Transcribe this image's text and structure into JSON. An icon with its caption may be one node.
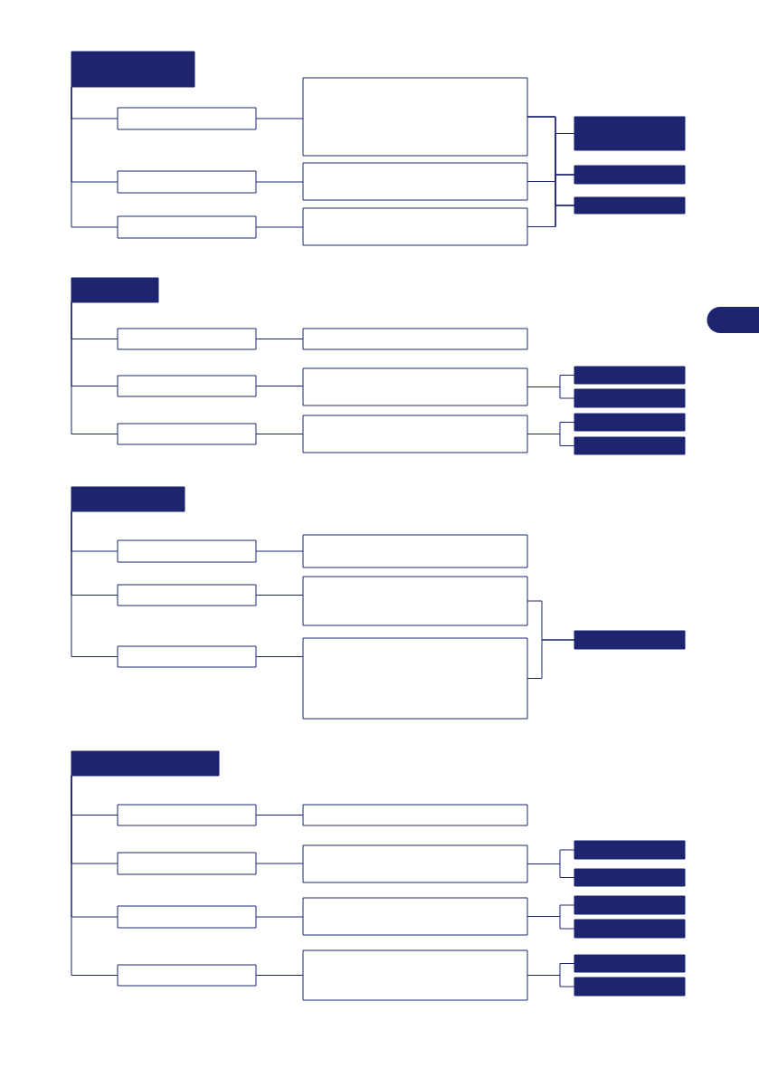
{
  "diagram": {
    "nodes": [
      {
        "text": [],
        "shape": "bar"
      },
      {
        "text": [],
        "shape": "box"
      },
      {
        "text": [],
        "shape": "box"
      },
      {
        "text": [],
        "shape": "box"
      },
      {
        "text": [],
        "shape": "box"
      },
      {
        "text": [],
        "shape": "box"
      },
      {
        "text": [],
        "shape": "box"
      },
      {
        "text": [],
        "shape": "bar"
      },
      {
        "text": [],
        "shape": "bar"
      },
      {
        "text": [],
        "shape": "bar"
      },
      {
        "text": [],
        "shape": "bar"
      },
      {
        "text": [],
        "shape": "box"
      },
      {
        "text": [],
        "shape": "box"
      },
      {
        "text": [],
        "shape": "box"
      },
      {
        "text": [],
        "shape": "box"
      },
      {
        "text": [],
        "shape": "box"
      },
      {
        "text": [],
        "shape": "box"
      },
      {
        "text": [],
        "shape": "bar"
      },
      {
        "text": [],
        "shape": "bar"
      },
      {
        "text": [],
        "shape": "bar"
      },
      {
        "text": [],
        "shape": "bar"
      },
      {
        "text": [],
        "shape": "bar"
      },
      {
        "text": [],
        "shape": "box"
      },
      {
        "text": [],
        "shape": "box"
      },
      {
        "text": [],
        "shape": "box"
      },
      {
        "text": [],
        "shape": "box"
      },
      {
        "text": [],
        "shape": "box"
      },
      {
        "text": [],
        "shape": "box"
      },
      {
        "text": [],
        "shape": "bar"
      },
      {
        "text": [],
        "shape": "bar"
      },
      {
        "text": [],
        "shape": "box"
      },
      {
        "text": [],
        "shape": "box"
      },
      {
        "text": [],
        "shape": "box"
      },
      {
        "text": [],
        "shape": "box"
      },
      {
        "text": [],
        "shape": "box"
      },
      {
        "text": [],
        "shape": "box"
      },
      {
        "text": [],
        "shape": "box"
      },
      {
        "text": [],
        "shape": "box"
      },
      {
        "text": [],
        "shape": "bar"
      },
      {
        "text": [],
        "shape": "bar"
      },
      {
        "text": [],
        "shape": "bar"
      },
      {
        "text": [],
        "shape": "bar"
      },
      {
        "text": [],
        "shape": "bar"
      },
      {
        "text": [],
        "shape": "bar"
      }
    ],
    "edges": [
      {
        "from": 0,
        "to": 1,
        "arrow": "none"
      },
      {
        "from": 0,
        "to": 3,
        "arrow": "none"
      },
      {
        "from": 0,
        "to": 5,
        "arrow": "none"
      },
      {
        "from": 1,
        "to": 2,
        "arrow": "none"
      },
      {
        "from": 3,
        "to": 4,
        "arrow": "none"
      },
      {
        "from": 5,
        "to": 6,
        "arrow": "none"
      },
      {
        "from": 2,
        "to": 7,
        "arrow": "none"
      },
      {
        "from": 2,
        "to": 8,
        "arrow": "none"
      },
      {
        "from": 2,
        "to": 9,
        "arrow": "none"
      },
      {
        "from": 4,
        "to": 7,
        "arrow": "none"
      },
      {
        "from": 4,
        "to": 8,
        "arrow": "none"
      },
      {
        "from": 4,
        "to": 9,
        "arrow": "none"
      },
      {
        "from": 6,
        "to": 7,
        "arrow": "none"
      },
      {
        "from": 6,
        "to": 8,
        "arrow": "none"
      },
      {
        "from": 6,
        "to": 9,
        "arrow": "none"
      },
      {
        "from": 10,
        "to": 11,
        "arrow": "none"
      },
      {
        "from": 10,
        "to": 13,
        "arrow": "none"
      },
      {
        "from": 10,
        "to": 15,
        "arrow": "none"
      },
      {
        "from": 11,
        "to": 12,
        "arrow": "none"
      },
      {
        "from": 13,
        "to": 14,
        "arrow": "none"
      },
      {
        "from": 15,
        "to": 16,
        "arrow": "none"
      },
      {
        "from": 14,
        "to": 17,
        "arrow": "none"
      },
      {
        "from": 14,
        "to": 18,
        "arrow": "none"
      },
      {
        "from": 16,
        "to": 19,
        "arrow": "none"
      },
      {
        "from": 16,
        "to": 20,
        "arrow": "none"
      },
      {
        "from": 21,
        "to": 22,
        "arrow": "none"
      },
      {
        "from": 21,
        "to": 24,
        "arrow": "none"
      },
      {
        "from": 21,
        "to": 26,
        "arrow": "none"
      },
      {
        "from": 22,
        "to": 23,
        "arrow": "none"
      },
      {
        "from": 24,
        "to": 25,
        "arrow": "none"
      },
      {
        "from": 26,
        "to": 27,
        "arrow": "none"
      },
      {
        "from": 25,
        "to": 28,
        "arrow": "none"
      },
      {
        "from": 27,
        "to": 28,
        "arrow": "none"
      },
      {
        "from": 29,
        "to": 30,
        "arrow": "none"
      },
      {
        "from": 29,
        "to": 32,
        "arrow": "none"
      },
      {
        "from": 29,
        "to": 34,
        "arrow": "none"
      },
      {
        "from": 29,
        "to": 36,
        "arrow": "none"
      },
      {
        "from": 30,
        "to": 31,
        "arrow": "none"
      },
      {
        "from": 32,
        "to": 33,
        "arrow": "none"
      },
      {
        "from": 34,
        "to": 35,
        "arrow": "none"
      },
      {
        "from": 36,
        "to": 37,
        "arrow": "none"
      },
      {
        "from": 33,
        "to": 38,
        "arrow": "none"
      },
      {
        "from": 33,
        "to": 39,
        "arrow": "none"
      },
      {
        "from": 35,
        "to": 40,
        "arrow": "none"
      },
      {
        "from": 35,
        "to": 41,
        "arrow": "none"
      },
      {
        "from": 37,
        "to": 42,
        "arrow": "none"
      },
      {
        "from": 37,
        "to": 43,
        "arrow": "none"
      }
    ]
  }
}
